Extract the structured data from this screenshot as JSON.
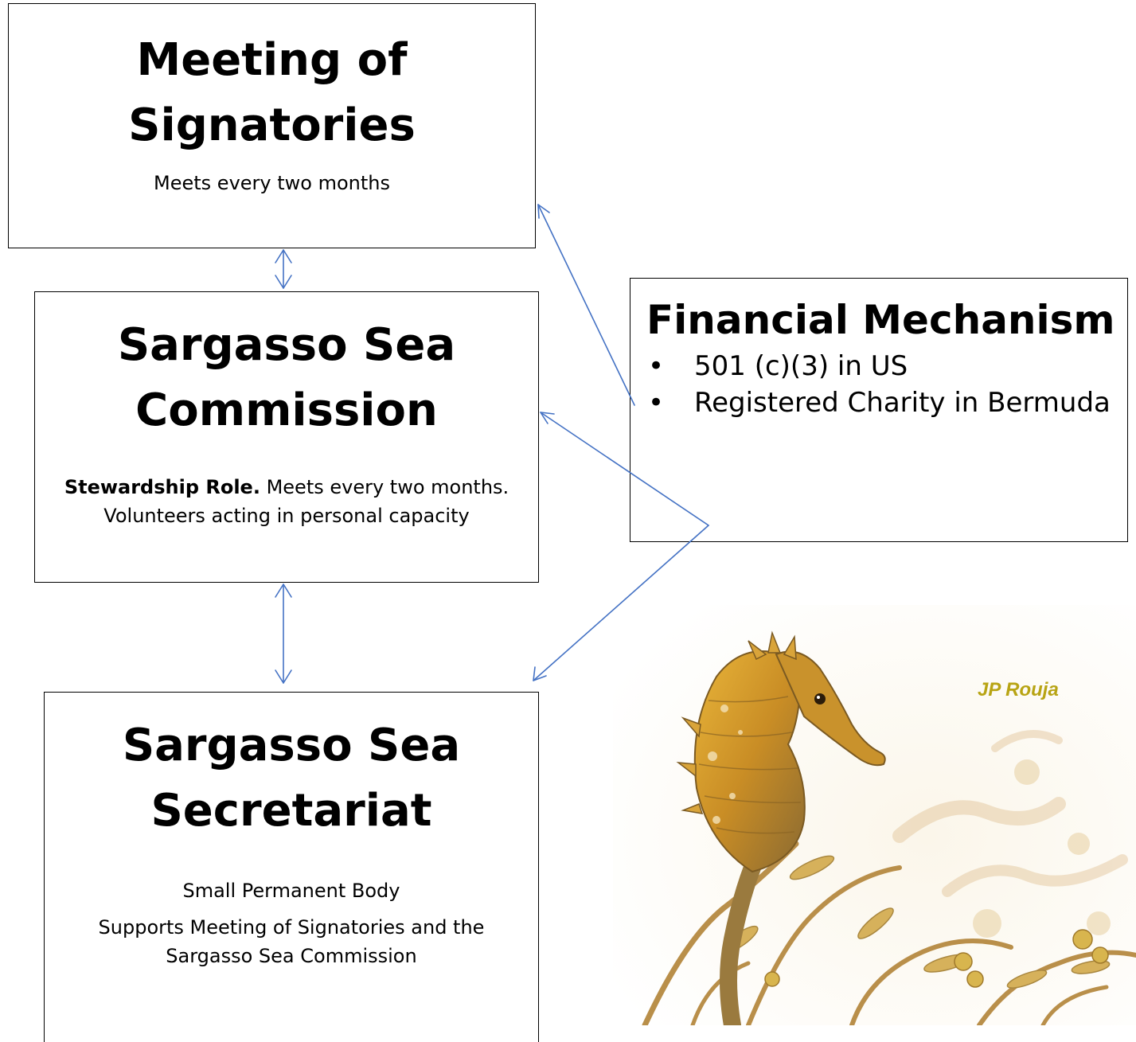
{
  "boxes": {
    "signatories": {
      "title_line1": "Meeting of",
      "title_line2": "Signatories",
      "description": "Meets every two months"
    },
    "commission": {
      "title_line1": "Sargasso Sea",
      "title_line2": "Commission",
      "description_bold": "Stewardship Role.",
      "description_rest": " Meets every two months.",
      "description_line2": "Volunteers acting in personal capacity"
    },
    "secretariat": {
      "title_line1": "Sargasso Sea",
      "title_line2": "Secretariat",
      "description_1": "Small Permanent Body",
      "description_2_line1": "Supports Meeting of Signatories and the",
      "description_2_line2": "Sargasso Sea Commission"
    },
    "financial": {
      "title": "Financial Mechanism",
      "bullets": [
        "501 (c)(3) in US",
        "Registered Charity in Bermuda"
      ]
    }
  },
  "photo": {
    "subject": "seahorse-in-sargassum",
    "credit": "JP Rouja"
  },
  "colors": {
    "connector": "#4472c4",
    "credit": "#b8a414"
  }
}
